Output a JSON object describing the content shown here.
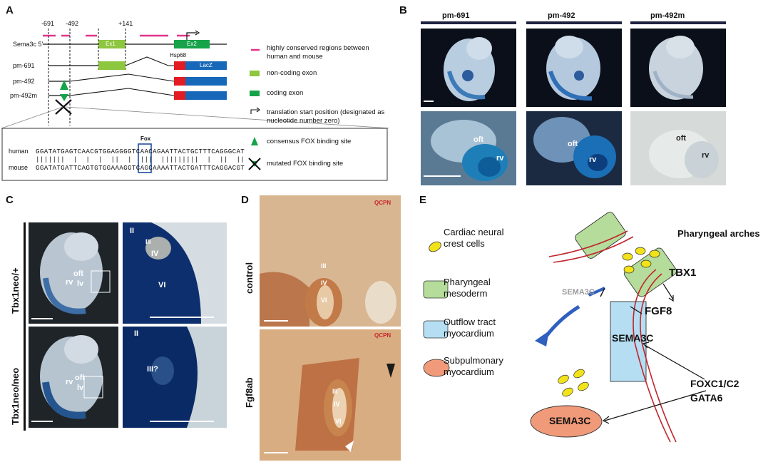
{
  "panelA": {
    "label": "A",
    "pos_m691": "-691",
    "pos_m492": "-492",
    "pos_p141": "+141",
    "ex1": "Ex1",
    "ex2": "Ex2",
    "hsp68": "Hsp68",
    "lacz": "LacZ",
    "rows": [
      "Sema3c 5'",
      "pm-691",
      "pm-492",
      "pm-492m"
    ],
    "legend": [
      "highly conserved regions between human and mouse",
      "non-coding exon",
      "coding exon",
      "translation start position (designated as nucleotide number zero)",
      "consensus FOX binding site",
      "mutated FOX binding site"
    ],
    "fox_label": "Fox",
    "human_label": "human",
    "mouse_label": "mouse",
    "human_seq": "GGATATGAGTCAACGTGGAGGGGTCAACAGAATTACTGCTTTCAGGGCAT",
    "match_line": "|||||||  |  |  |  ||  |  |||  |||||||||  |  ||  ||",
    "mouse_seq": "GGATATGATTCAGTGTGGAAAGGTCAGCAAAATTACTGATTTCAGGACGT"
  },
  "panelB": {
    "label": "B",
    "cols": [
      "pm-691",
      "pm-492",
      "pm-492m"
    ],
    "oft": "oft",
    "rv": "rv"
  },
  "panelC": {
    "label": "C",
    "row1_label": "Tbx1neo/+",
    "row2_label": "Tbx1neo/neo",
    "oft": "oft",
    "rv": "rv",
    "lv": "lv",
    "II": "II",
    "III": "III",
    "IV": "IV",
    "VI": "VI",
    "III_q": "III?"
  },
  "panelD": {
    "label": "D",
    "qcpn": "QCPN",
    "row1_label": "control",
    "row2_label": "Fgf8ab",
    "III": "III",
    "IV": "IV",
    "VI": "VI"
  },
  "panelE": {
    "label": "E",
    "legend": [
      "Cardiac neural crest cells",
      "Pharyngeal mesoderm",
      "Outflow tract myocardium",
      "Subpulmonary myocardium"
    ],
    "pharyngeal_arches": "Pharyngeal arches",
    "tbx1": "TBX1",
    "sema3c_grey": "SEMA3C",
    "fgf8": "FGF8",
    "sema3c_oft": "SEMA3C",
    "foxc": "FOXC1/C2",
    "gata6": "GATA6",
    "sema3c_sub": "SEMA3C"
  }
}
